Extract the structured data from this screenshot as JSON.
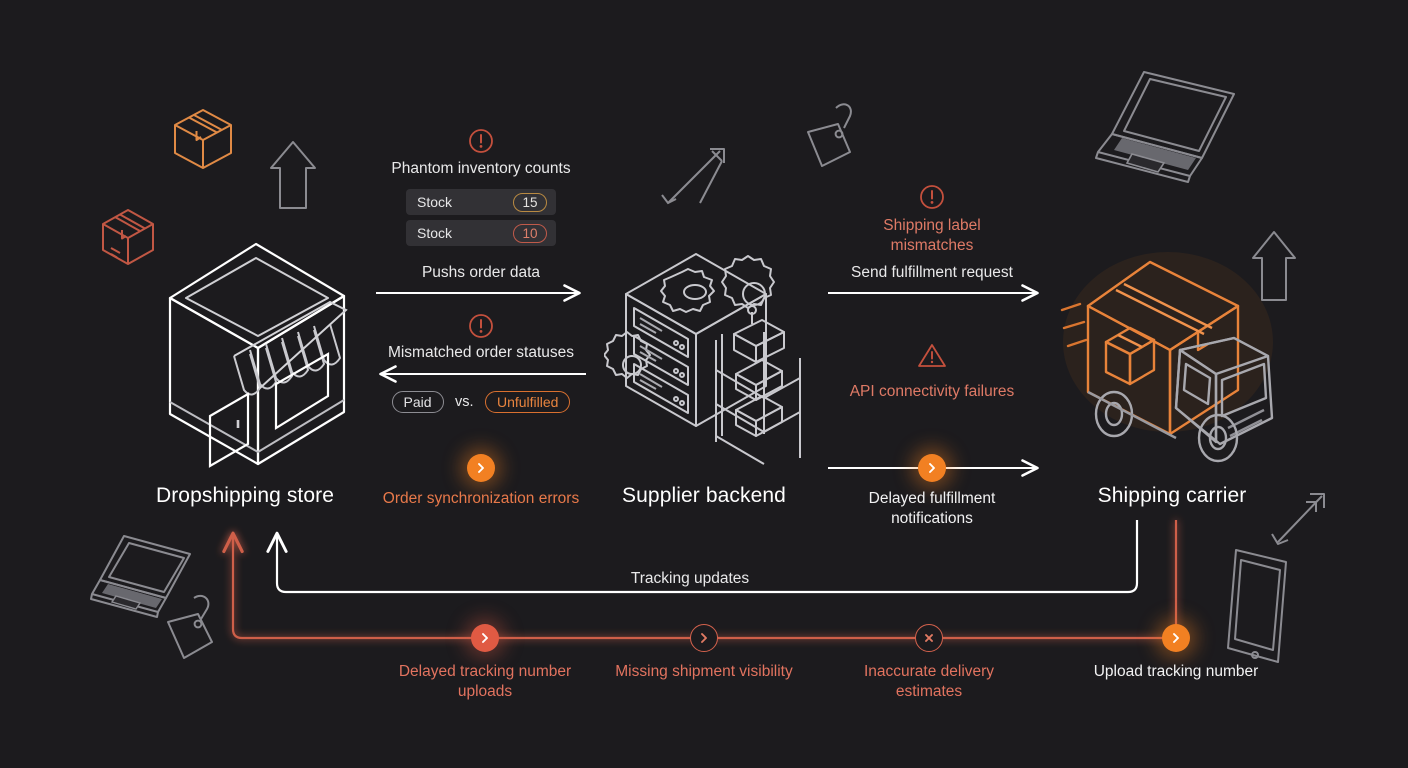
{
  "canvas": {
    "background": "#1c1b1e",
    "accent_orange": "#f28022",
    "accent_red": "#d2614c",
    "text_white": "#ffffff"
  },
  "nodes": [
    {
      "id": "store",
      "label": "Dropshipping store",
      "icon": "storefront-icon"
    },
    {
      "id": "supplier",
      "label": "Supplier backend",
      "icon": "server-rack-icon"
    },
    {
      "id": "carrier",
      "label": "Shipping carrier",
      "icon": "delivery-truck-icon"
    }
  ],
  "left_section": {
    "alert_icon": "alert-circle-icon",
    "alert_title": "Phantom inventory counts",
    "stock_rows": [
      {
        "label": "Stock",
        "value": "15",
        "tone": "amber"
      },
      {
        "label": "Stock",
        "value": "10",
        "tone": "red"
      }
    ],
    "push_label": "Pushs order data",
    "mismatch_icon": "alert-circle-icon",
    "mismatch_label": "Mismatched order statuses",
    "status_left": "Paid",
    "status_vs": "vs.",
    "status_right": "Unfulfilled",
    "sync_badge": "chevron-right-icon",
    "sync_label": "Order synchronization errors"
  },
  "right_section": {
    "alert_icon": "alert-circle-icon",
    "alert_title": "Shipping label mismatches",
    "send_label": "Send fulfillment request",
    "api_icon": "warning-triangle-icon",
    "api_label": "API connectivity failures",
    "delayed_badge": "chevron-right-icon",
    "delayed_label": "Delayed fulfillment notifications"
  },
  "tracking_path": {
    "label": "Tracking updates"
  },
  "bottom_track": {
    "markers": [
      {
        "id": "delayed-upload",
        "icon": "chevron-right-icon",
        "style": "fill-red",
        "label": "Delayed tracking number uploads",
        "tone": "red"
      },
      {
        "id": "missing-visibility",
        "icon": "chevron-right-icon",
        "style": "outline-red",
        "label": "Missing shipment visibility",
        "tone": "red"
      },
      {
        "id": "inaccurate-eta",
        "icon": "x-mark-icon",
        "style": "outline-red",
        "label": "Inaccurate delivery estimates",
        "tone": "red"
      },
      {
        "id": "upload-tracking",
        "icon": "chevron-right-icon",
        "style": "fill-orange",
        "label": "Upload tracking number",
        "tone": "white"
      }
    ]
  },
  "decorations": [
    {
      "name": "parcel-box-orange-icon"
    },
    {
      "name": "parcel-box-red-icon"
    },
    {
      "name": "arrow-up-icon"
    },
    {
      "name": "laptop-icon"
    },
    {
      "name": "price-tag-icon"
    },
    {
      "name": "tablet-icon"
    }
  ]
}
